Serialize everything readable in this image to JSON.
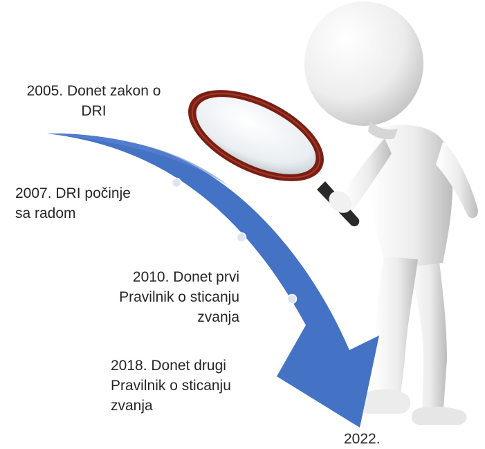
{
  "timeline": {
    "events": [
      {
        "id": "2005",
        "text": "2005. Donet zakon o\nDRI"
      },
      {
        "id": "2007",
        "text": "2007. DRI počinje\nsa radom"
      },
      {
        "id": "2010",
        "text": "2010. Donet prvi\nPravilnik o sticanju\nzvanja"
      },
      {
        "id": "2018",
        "text": "2018. Donet drugi\nPravilnik o sticanju\nzvanja"
      },
      {
        "id": "2022",
        "text": "2022."
      }
    ]
  },
  "colors": {
    "arrow_fill": "#4472c4",
    "arrow_shade": "#3a62ad",
    "dot_fill": "#dbe4f4",
    "dot_stroke": "#ffffff",
    "text": "#262626",
    "figure_light": "#f4f4f4",
    "figure_shadow": "#c9c9c9",
    "magnifier_rim": "#7a1e14",
    "magnifier_handle": "#2a2a2a"
  },
  "illustration": {
    "figure": "white-3d-person-icon",
    "tool": "magnifying-glass-icon"
  }
}
